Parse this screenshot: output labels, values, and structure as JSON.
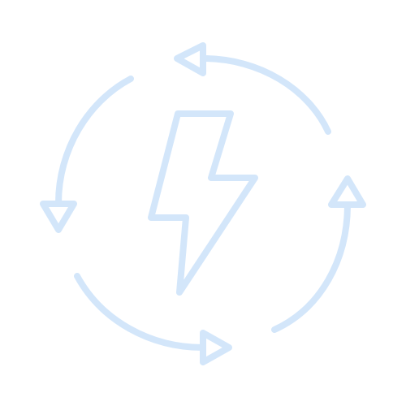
{
  "icon": {
    "name": "renewable-energy-cycle-icon",
    "color": "#d3e6fa",
    "parts": [
      "lightning-bolt-icon",
      "cycle-arrow-top",
      "cycle-arrow-right",
      "cycle-arrow-bottom",
      "cycle-arrow-left"
    ]
  }
}
